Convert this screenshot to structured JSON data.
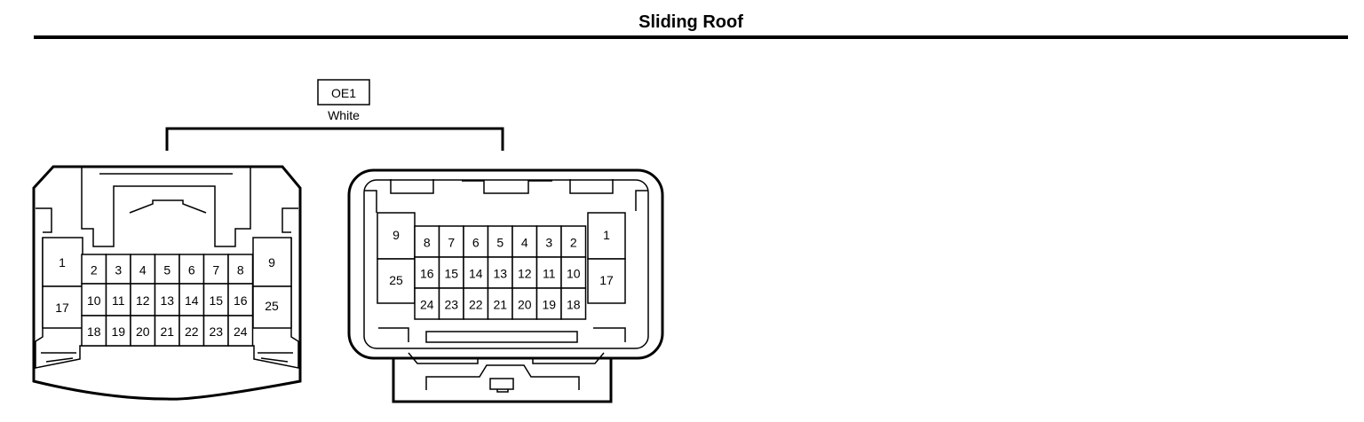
{
  "page": {
    "title": "Sliding Roof"
  },
  "connector": {
    "code": "OE1",
    "color": "White"
  },
  "female_view": {
    "row1": [
      "2",
      "3",
      "4",
      "5",
      "6",
      "7",
      "8"
    ],
    "row2": [
      "10",
      "11",
      "12",
      "13",
      "14",
      "15",
      "16"
    ],
    "row3": [
      "18",
      "19",
      "20",
      "21",
      "22",
      "23",
      "24"
    ],
    "side_left": [
      "1",
      "17"
    ],
    "side_right": [
      "9",
      "25"
    ]
  },
  "male_view": {
    "row1": [
      "8",
      "7",
      "6",
      "5",
      "4",
      "3",
      "2"
    ],
    "row2": [
      "16",
      "15",
      "14",
      "13",
      "12",
      "11",
      "10"
    ],
    "row3": [
      "24",
      "23",
      "22",
      "21",
      "20",
      "19",
      "18"
    ],
    "side_left": [
      "9",
      "25"
    ],
    "side_right": [
      "1",
      "17"
    ]
  }
}
